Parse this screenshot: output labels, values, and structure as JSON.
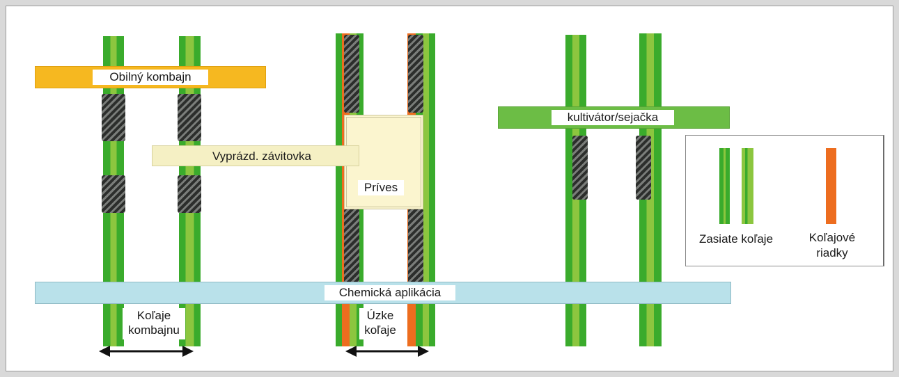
{
  "labels": {
    "combine": "Obilný kombajn",
    "cultivator": "kultivátor/sejačka",
    "auger": "Vyprázd. závitovka",
    "trailer": "Príves",
    "chemical": "Chemická aplikácia",
    "combine_tracks_l1": "Koľaje",
    "combine_tracks_l2": "kombajnu",
    "narrow_tracks_l1": "Úzke",
    "narrow_tracks_l2": "koľaje"
  },
  "legend": {
    "sown_tracks": "Zasiate koľaje",
    "tramlines_l1": "Koľajové",
    "tramlines_l2": "riadky"
  },
  "colors": {
    "track_green": "#3aab2c",
    "track_light_green": "#8cc63f",
    "tramline_orange": "#ed6d1f",
    "combine_yellow": "#f6b820",
    "cultivator_green": "#6cbd45",
    "auger_cream": "#f5f0c4",
    "trailer_cream": "#fbf5cf",
    "chemical_blue": "#b9e1ea",
    "tire_dark": "#3c3e3c"
  }
}
